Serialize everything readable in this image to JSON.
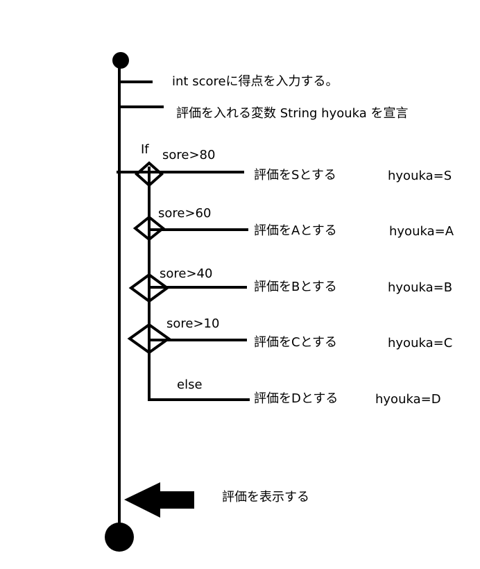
{
  "diagram": {
    "steps": {
      "input": "int scoreに得点を入力する。",
      "declare": "評価を入れる変数 String hyouka を宣言"
    },
    "if_label": "If",
    "branches": [
      {
        "condition": "sore>80",
        "action": "評価をSとする",
        "assign": "hyouka=S"
      },
      {
        "condition": "sore>60",
        "action": "評価をAとする",
        "assign": "hyouka=A"
      },
      {
        "condition": "sore>40",
        "action": "評価をBとする",
        "assign": "hyouka=B"
      },
      {
        "condition": "sore>10",
        "action": "評価をCとする",
        "assign": "hyouka=C"
      }
    ],
    "else_branch": {
      "condition": "else",
      "action": "評価をDとする",
      "assign": "hyouka=D"
    },
    "display": "評価を表示する"
  },
  "colors": {
    "stroke": "#000000",
    "background": "#ffffff"
  }
}
